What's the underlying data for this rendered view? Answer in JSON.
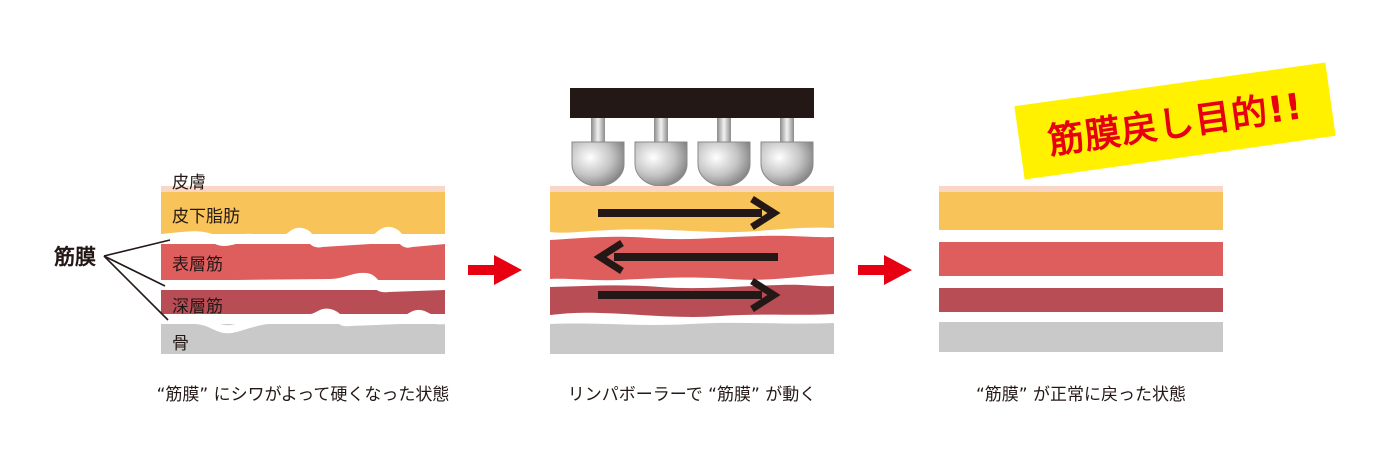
{
  "labels": {
    "skin": "皮膚",
    "subcutaneous_fat": "皮下脂肪",
    "superficial_muscle": "表層筋",
    "deep_muscle": "深層筋",
    "bone": "骨",
    "fascia": "筋膜"
  },
  "captions": {
    "before": "“筋膜” にシワがよって硬くなった状態",
    "during": "リンパボーラーで “筋膜” が動く",
    "after": "“筋膜” が正常に戻った状態"
  },
  "badge": "筋膜戻し目的!!",
  "colors": {
    "skin": "#f9d6c6",
    "fat": "#f8c459",
    "superficial": "#de5d5d",
    "deep": "#b94d55",
    "bone": "#c9c9ca",
    "arrow": "#e60012",
    "device": "#231815",
    "badge_bg": "#fff100",
    "badge_text": "#e60012"
  }
}
